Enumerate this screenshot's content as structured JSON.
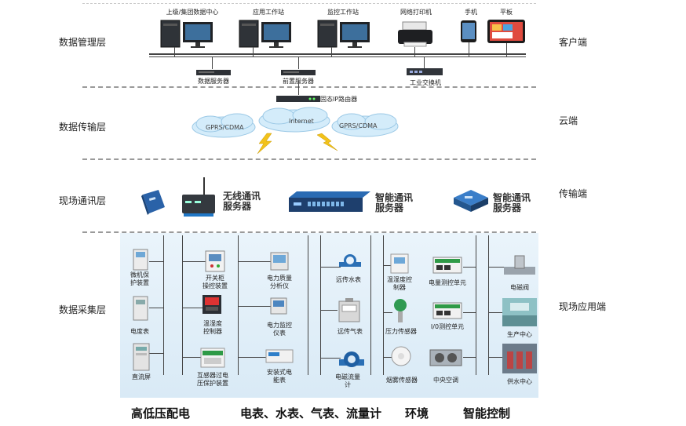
{
  "layers": {
    "management": "数据管理层",
    "transmission": "数据传输层",
    "field_comm": "现场通讯层",
    "acquisition": "数据采集层"
  },
  "ends": {
    "client": "客户端",
    "cloud": "云端",
    "transfer": "传输端",
    "field_app": "现场应用端"
  },
  "management": {
    "upper_center": "上级/集团数据中心",
    "app_station": "应用工作站",
    "monitor_station": "监控工作站",
    "network_printer": "网络打印机",
    "phone": "手机",
    "tablet": "平板",
    "data_server": "数据服务器",
    "front_server": "前置服务器",
    "industrial_switch": "工业交换机"
  },
  "transmission": {
    "router": "固态IP路由器",
    "internet": "Internet",
    "gprs_left": "GPRS/CDMA",
    "gprs_right": "GPRS/CDMA"
  },
  "field_comm": {
    "wireless_server": "无线通讯\n服务器",
    "smart_server_1": "智能通讯\n服务器",
    "smart_server_2": "智能通讯\n服务器"
  },
  "acquisition": {
    "col1": [
      "微机保\n护装置",
      "电度表",
      "直流屏"
    ],
    "col2": [
      "开关柜\n操控装置",
      "温湿度\n控制器",
      "互感器过电\n压保护装置"
    ],
    "col3": [
      "电力质量\n分析仪",
      "电力监控\n仪表",
      "安装式电\n能表"
    ],
    "col4": [
      "远传水表",
      "远传气表",
      "电磁流量\n计"
    ],
    "col5": [
      "温湿度控\n制器",
      "压力传感器",
      "烟雾传感器"
    ],
    "col6": [
      "电量测控单元",
      "I/0测控单元",
      "中央空调"
    ],
    "col7": [
      "电磁阀",
      "生产中心",
      "供水中心"
    ]
  },
  "bottom_labels": {
    "hv_lv": "高低压配电",
    "meters": "电表、水表、气表、流量计",
    "environment": "环境",
    "smart_control": "智能控制"
  },
  "colors": {
    "accent": "#1d73c9",
    "panel_bg": "#dcebf6",
    "device_dark": "#2b2f36",
    "cloud": "#cfe8f8",
    "bolt": "#f2c21b"
  }
}
